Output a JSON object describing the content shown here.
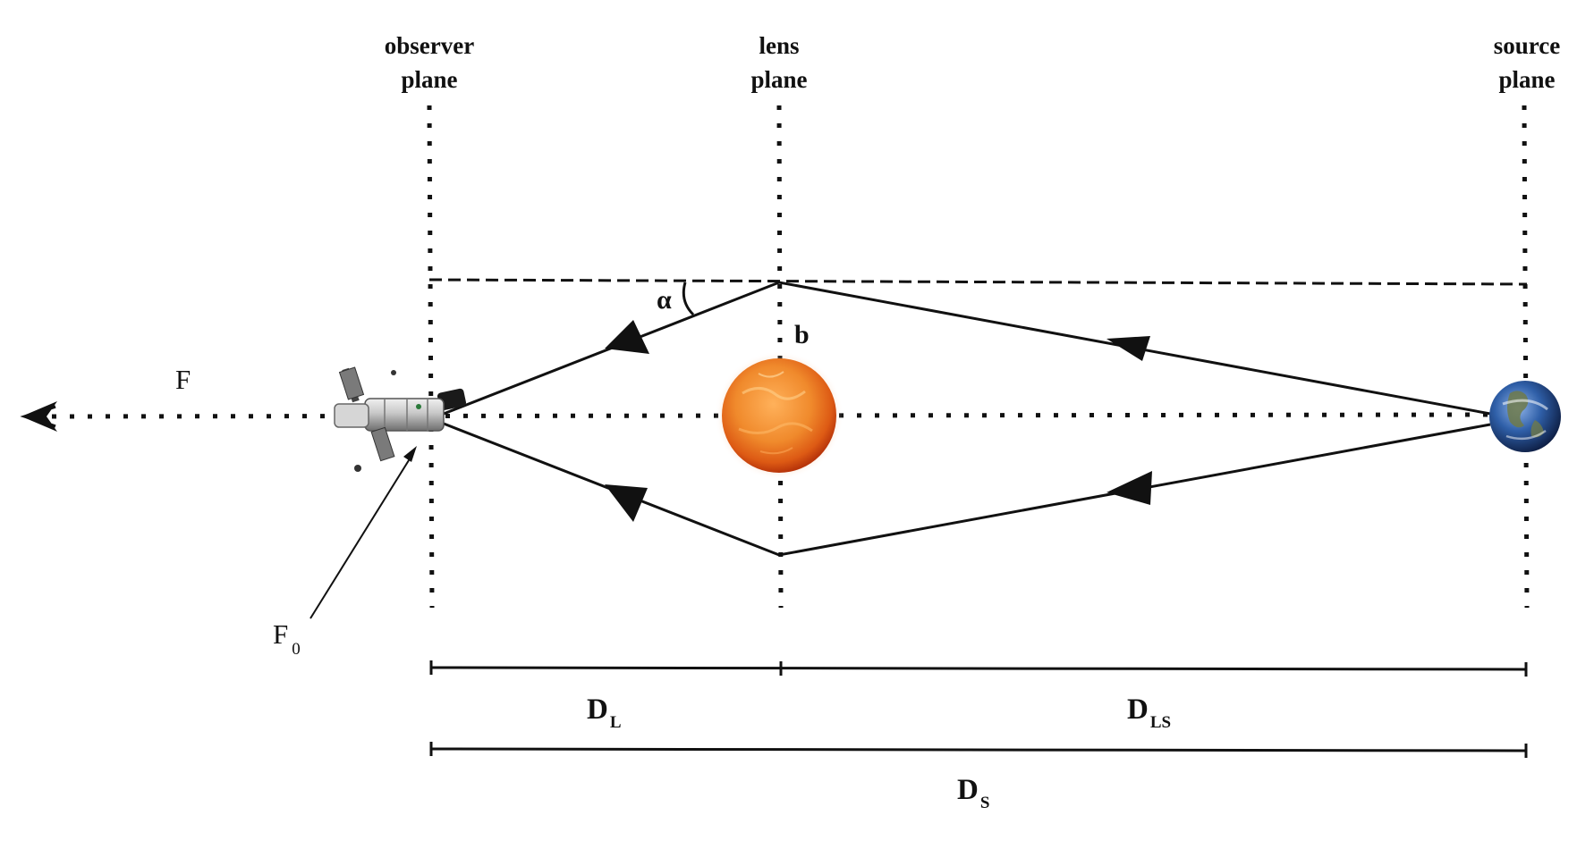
{
  "planes": {
    "observer": {
      "line1": "observer",
      "line2": "plane"
    },
    "lens": {
      "line1": "lens",
      "line2": "plane"
    },
    "source": {
      "line1": "source",
      "line2": "plane"
    }
  },
  "labels": {
    "alpha": "α",
    "impact_parameter": "b",
    "flux": "F",
    "flux0_base": "F",
    "flux0_sub": "0"
  },
  "distances": {
    "d_l": {
      "base": "D",
      "sub": "L"
    },
    "d_ls": {
      "base": "D",
      "sub": "LS"
    },
    "d_s": {
      "base": "D",
      "sub": "S"
    }
  },
  "objects": {
    "observer": "satellite-telescope",
    "lens": "sun",
    "source": "earth"
  },
  "colors": {
    "ink": "#111111",
    "sun_core": "#f08a2c",
    "sun_edge": "#c63a08",
    "earth_ocean": "#2a4f8f",
    "earth_land": "#6f7a4a"
  }
}
